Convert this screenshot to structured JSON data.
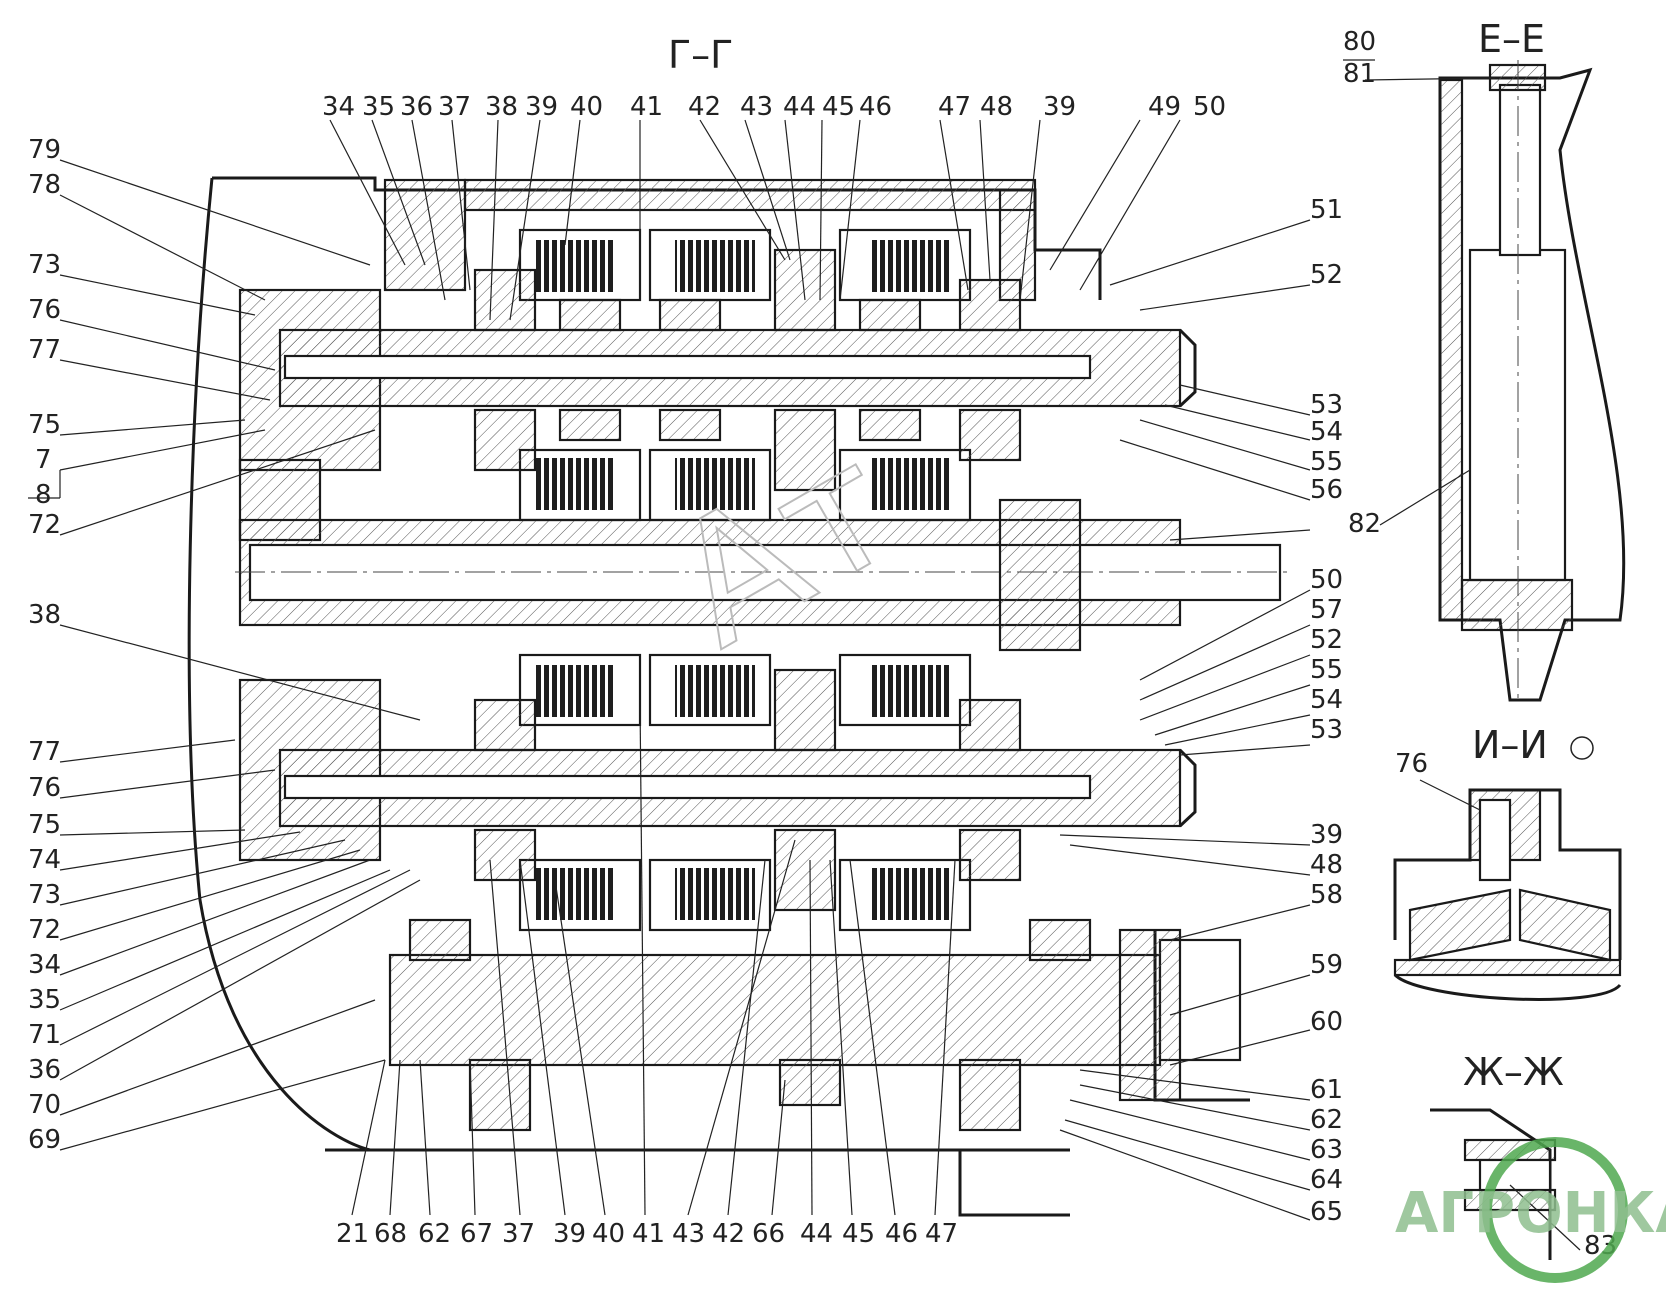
{
  "sections": {
    "main": "Г–Г",
    "e_e": "Е–Е",
    "i_i": "И–И",
    "zh_zh": "Ж–Ж"
  },
  "callouts": {
    "top": [
      "34",
      "35",
      "36",
      "37",
      "38",
      "39",
      "40",
      "41",
      "42",
      "43",
      "44",
      "45",
      "46",
      "47",
      "48",
      "39",
      "49",
      "50"
    ],
    "left": [
      "79",
      "78",
      "73",
      "76",
      "77",
      "75",
      "7",
      "8",
      "72",
      "38",
      "77",
      "76",
      "75",
      "74",
      "73",
      "72",
      "34",
      "35",
      "71",
      "36",
      "70",
      "69"
    ],
    "right": [
      "51",
      "52",
      "53",
      "54",
      "55",
      "56",
      "50",
      "57",
      "52",
      "55",
      "54",
      "53",
      "39",
      "48",
      "58",
      "59",
      "60",
      "61",
      "62",
      "63",
      "64",
      "65"
    ],
    "bottom": [
      "21",
      "68",
      "62",
      "67",
      "37",
      "39",
      "40",
      "41",
      "43",
      "42",
      "66",
      "44",
      "45",
      "46",
      "47"
    ],
    "e_e_top": [
      "80",
      "81"
    ],
    "e_e_side": "82",
    "i_i": "76",
    "zh_zh": "83"
  },
  "watermark": {
    "text": "АГРОНКА",
    "color": "#3f9a3f"
  }
}
